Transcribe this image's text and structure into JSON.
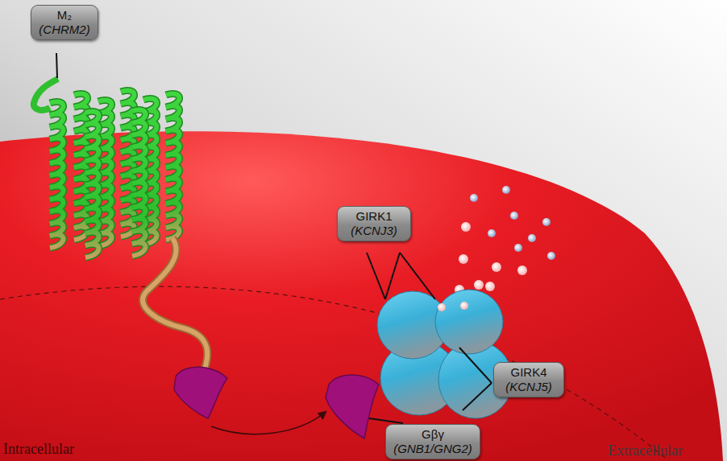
{
  "diagram": {
    "nodes": [
      {
        "text": [
          "M₂",
          "(CHRM2)"
        ]
      },
      {
        "text": [
          "GIRK1",
          "(KCNJ3)"
        ]
      },
      {
        "text": [
          "GIRK4",
          "(KCNJ5)"
        ]
      },
      {
        "text": [
          "Gβγ",
          "(GNB1/GNG2)"
        ]
      }
    ],
    "labels": [
      "Intracellular",
      "Extracellular"
    ]
  }
}
